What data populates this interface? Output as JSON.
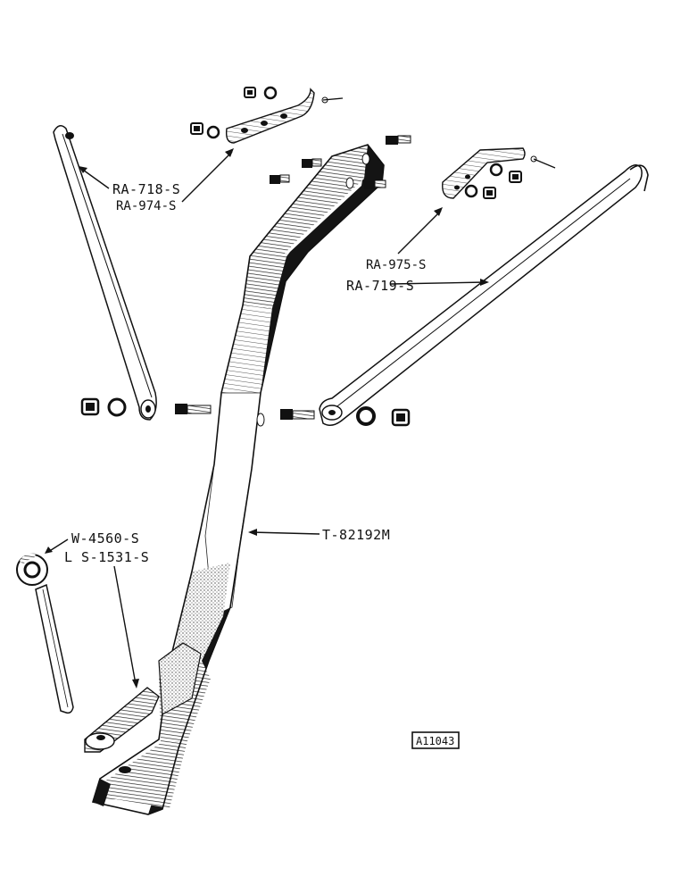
{
  "labels": {
    "ra718": "RA-718-S",
    "ra974": "RA-974-S",
    "ra975": "RA-975-S",
    "ra719": "RA-719-S",
    "t82192": "T-82192M",
    "w4560": "W-4560-S",
    "ls1531": "L S-1531-S",
    "fig_code": "A11043"
  },
  "colors": {
    "ink": "#141414",
    "paper": "#ffffff"
  }
}
